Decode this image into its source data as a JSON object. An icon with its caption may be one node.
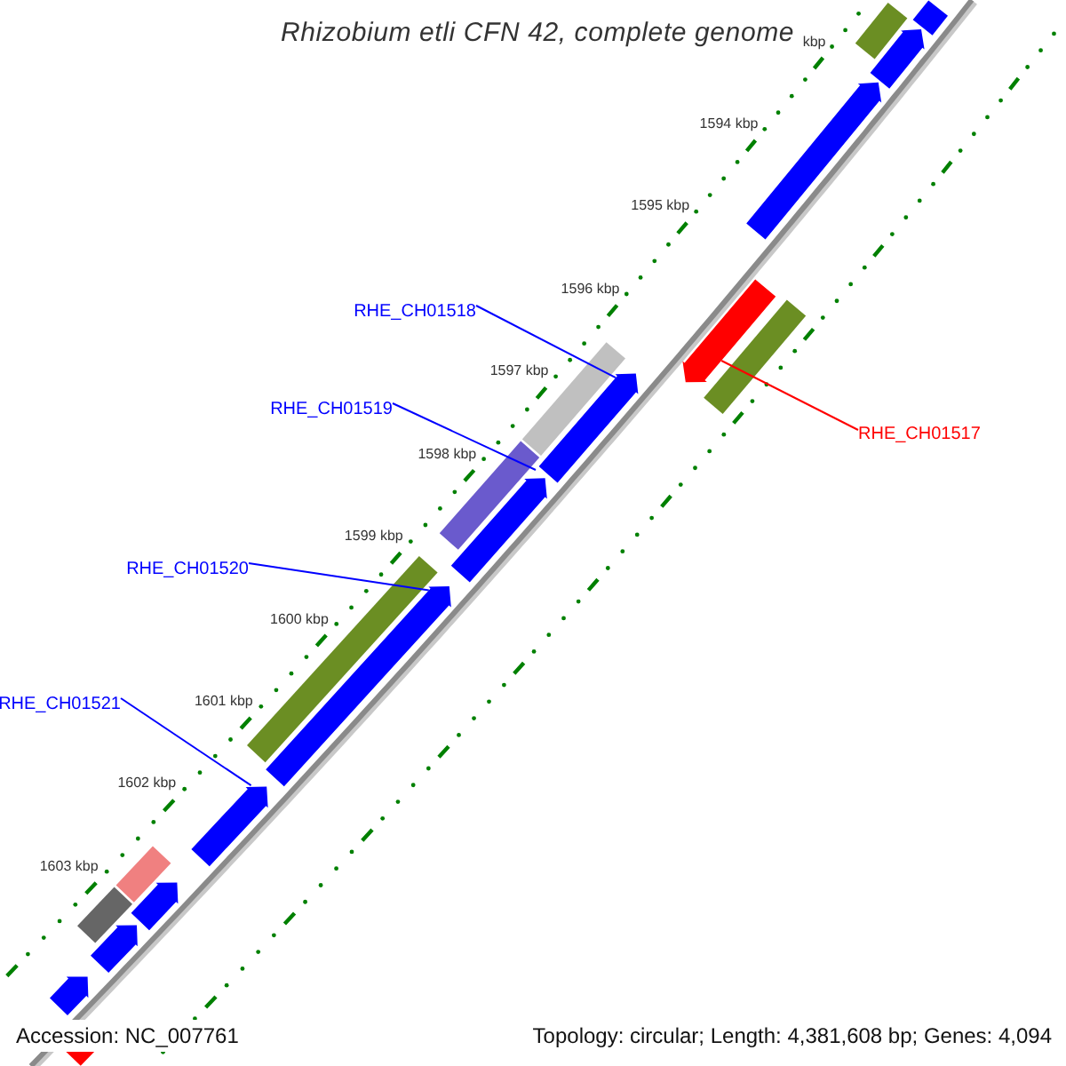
{
  "diagram": {
    "title": "Rhizobium etli CFN 42, complete genome",
    "nodes": [
      {
        "text": [
          "RHE_CH01518"
        ]
      },
      {
        "text": [
          "RHE_CH01519"
        ]
      },
      {
        "text": [
          "RHE_CH01517"
        ]
      },
      {
        "text": [
          "RHE_CH01520"
        ]
      },
      {
        "text": [
          "RHE_CH01521"
        ]
      },
      {
        "text": [],
        "shape": "arrow"
      },
      {
        "text": [],
        "shape": "arrow"
      },
      {
        "text": [],
        "shape": "arrow"
      },
      {
        "text": [],
        "shape": "arrow"
      },
      {
        "text": [],
        "shape": "arrow"
      }
    ],
    "edges": [
      {
        "from": 0,
        "to": 6,
        "arrow": "none"
      },
      {
        "from": 1,
        "to": 7,
        "arrow": "none"
      },
      {
        "from": 2,
        "to": 5,
        "arrow": "none",
        "color": "#ff0000"
      },
      {
        "from": 3,
        "to": 8,
        "arrow": "none"
      },
      {
        "from": 4,
        "to": 9,
        "arrow": "none"
      }
    ],
    "labels": [
      "kbp",
      "1594 kbp",
      "1595 kbp",
      "1596 kbp",
      "1597 kbp",
      "1598 kbp",
      "1599 kbp",
      "1600 kbp",
      "1601 kbp",
      "1602 kbp",
      "1603 kbp",
      "Accession: NC_007761",
      "Topology: circular; Length: 4,381,608 bp; Genes: 4,094"
    ]
  }
}
